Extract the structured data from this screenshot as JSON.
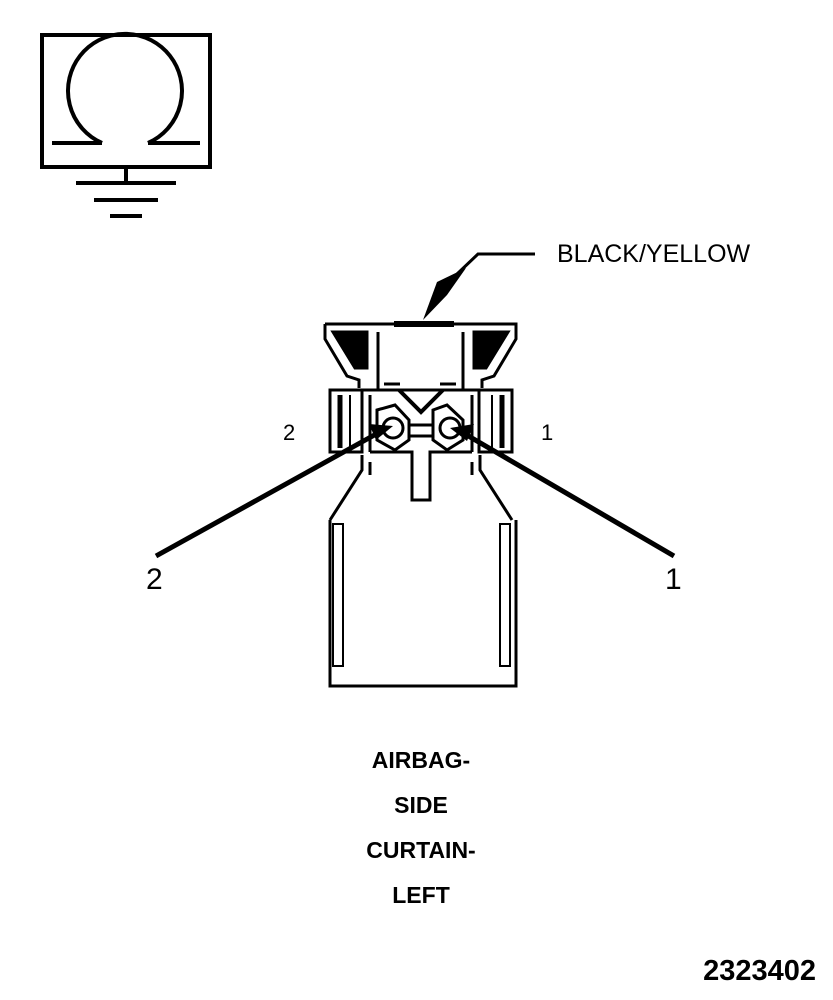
{
  "meter_symbol": {
    "icon": "ohmmeter-ground-icon"
  },
  "connector": {
    "wire_color_label": "BLACK/YELLOW",
    "cavity_labels": {
      "left": "2",
      "right": "1"
    },
    "callouts": {
      "left": "2",
      "right": "1"
    }
  },
  "caption": {
    "lines": [
      "AIRBAG-",
      "SIDE",
      "CURTAIN-",
      "LEFT"
    ]
  },
  "figure_id": "2323402"
}
